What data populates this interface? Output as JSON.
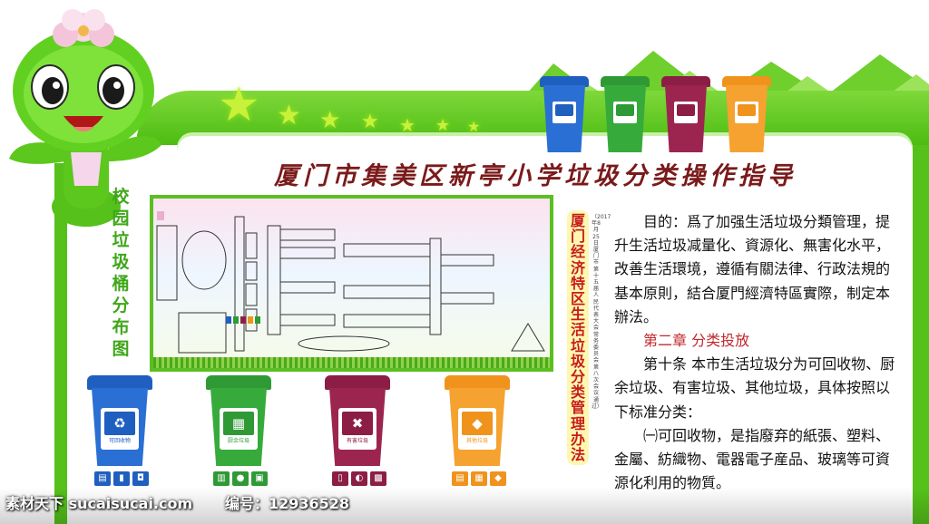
{
  "title": "厦门市集美区新亭小学垃圾分类操作指导",
  "left_label": "校园垃圾桶分布图",
  "regulation_title": "厦门经济特区生活垃圾分类管理办法",
  "regulation_note": "（2017年8月25日厦门市第十五届人民代表大会常务委员会第八次会议通过）",
  "body": {
    "purpose": "目的：爲了加强生活垃圾分類管理，提升生活垃圾减量化、資源化、無害化水平，改善生活環境，遵循有關法律、行政法規的基本原則，結合厦門經濟特區實際，制定本辦法。",
    "chapter": "第二章 分类投放",
    "article": "第十条 本市生活垃圾分为可回收物、厨余垃圾、有害垃圾、其他垃圾，具体按照以下标准分类：",
    "item1": "㈠可回收物，是指廢弃的紙張、塑料、金屬、紡織物、電器電子産品、玻璃等可資源化利用的物質。"
  },
  "bins": [
    {
      "key": "recyclable",
      "label": "可回收物",
      "color": "#1f5fbf",
      "dark": "#174a99",
      "glyph": "♻"
    },
    {
      "key": "kitchen",
      "label": "厨余垃圾",
      "color": "#2f9a35",
      "dark": "#24782a",
      "glyph": "▦"
    },
    {
      "key": "hazardous",
      "label": "有害垃圾",
      "color": "#8c1e45",
      "dark": "#6e1636",
      "glyph": "✖"
    },
    {
      "key": "other",
      "label": "其他垃圾",
      "color": "#f0931c",
      "dark": "#c97410",
      "glyph": "◆"
    }
  ],
  "watermark": {
    "site": "素材天下 sucaisucai.com",
    "id_label": "编号：12936528"
  }
}
